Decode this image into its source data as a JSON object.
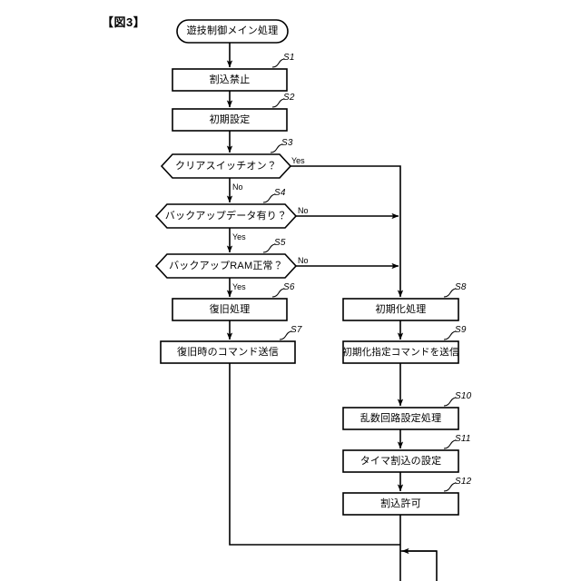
{
  "figure": {
    "title": "【図3】"
  },
  "diagram": {
    "type": "flowchart",
    "start_node": {
      "label": "遊技制御メイン処理",
      "shape": "rounded-terminator"
    },
    "nodes": [
      {
        "id": "S1",
        "tag": "S1",
        "label": "割込禁止",
        "shape": "process",
        "column": "left"
      },
      {
        "id": "S2",
        "tag": "S2",
        "label": "初期設定",
        "shape": "process",
        "column": "left"
      },
      {
        "id": "S3",
        "tag": "S3",
        "label": "クリアスイッチオン？",
        "shape": "decision",
        "column": "left"
      },
      {
        "id": "S4",
        "tag": "S4",
        "label": "バックアップデータ有り？",
        "shape": "decision",
        "column": "left"
      },
      {
        "id": "S5",
        "tag": "S5",
        "label": "バックアップRAM正常？",
        "shape": "decision",
        "column": "left"
      },
      {
        "id": "S6",
        "tag": "S6",
        "label": "復旧処理",
        "shape": "process",
        "column": "left"
      },
      {
        "id": "S7",
        "tag": "S7",
        "label": "復旧時のコマンド送信",
        "shape": "process",
        "column": "left"
      },
      {
        "id": "S8",
        "tag": "S8",
        "label": "初期化処理",
        "shape": "process",
        "column": "right"
      },
      {
        "id": "S9",
        "tag": "S9",
        "label": "初期化指定コマンドを送信",
        "shape": "process",
        "column": "right"
      },
      {
        "id": "S10",
        "tag": "S10",
        "label": "乱数回路設定処理",
        "shape": "process",
        "column": "right"
      },
      {
        "id": "S11",
        "tag": "S11",
        "label": "タイマ割込の設定",
        "shape": "process",
        "column": "right"
      },
      {
        "id": "S12",
        "tag": "S12",
        "label": "割込許可",
        "shape": "process",
        "column": "right"
      }
    ],
    "branch_labels": [
      {
        "id": "s3-yes",
        "from": "S3",
        "text": "Yes",
        "direction": "right"
      },
      {
        "id": "s3-no",
        "from": "S3",
        "text": "No",
        "direction": "down"
      },
      {
        "id": "s4-no",
        "from": "S4",
        "text": "No",
        "direction": "right"
      },
      {
        "id": "s4-yes",
        "from": "S4",
        "text": "Yes",
        "direction": "down"
      },
      {
        "id": "s5-no",
        "from": "S5",
        "text": "No",
        "direction": "right"
      },
      {
        "id": "s5-yes",
        "from": "S5",
        "text": "Yes",
        "direction": "down"
      }
    ],
    "colors": {
      "stroke": "#000000",
      "fill": "#ffffff",
      "text": "#000000"
    }
  }
}
